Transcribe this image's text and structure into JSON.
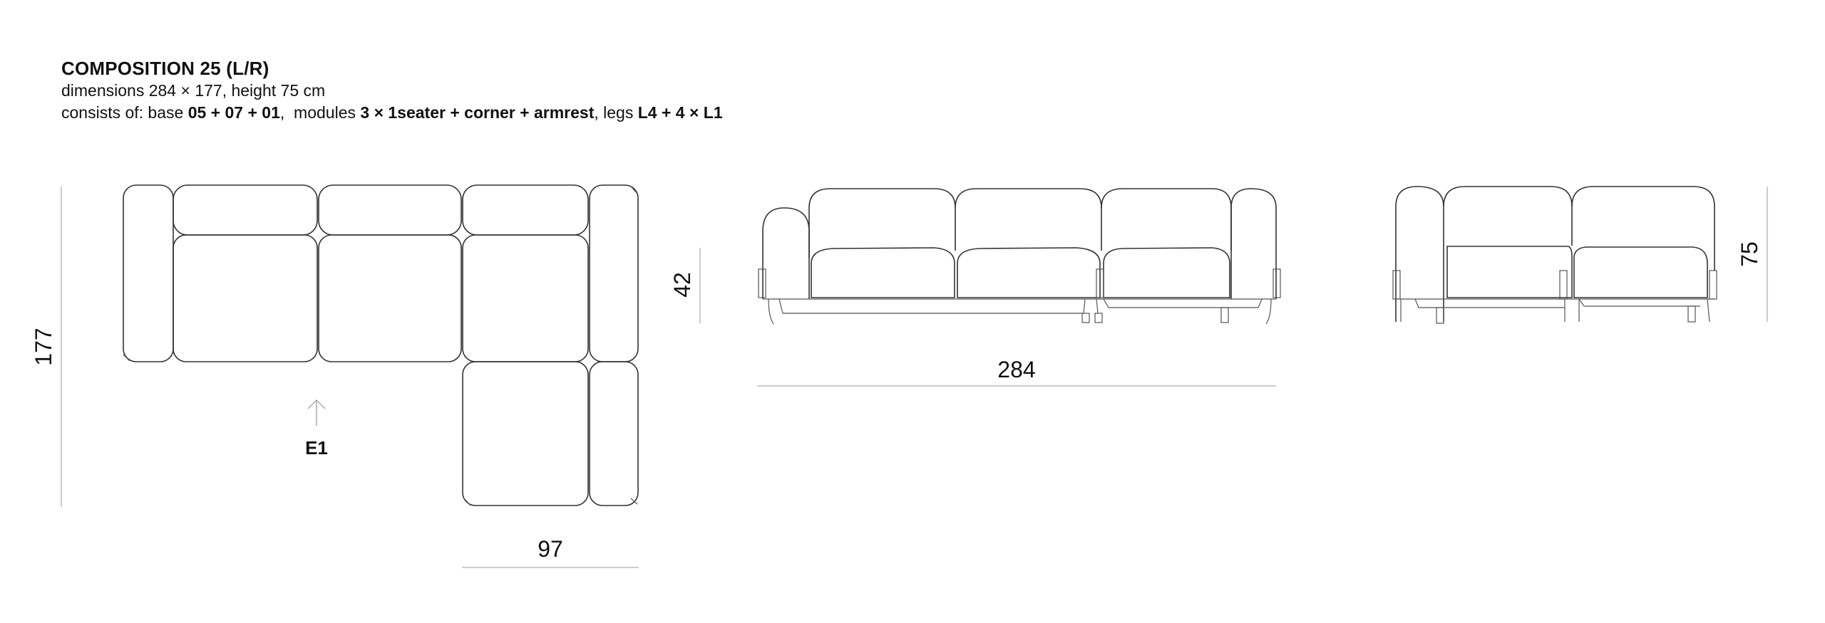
{
  "header": {
    "title": "COMPOSITION 25 (L/R)",
    "dimensions_line": "dimensions 284 × 177, height 75 cm",
    "consists_prefix": "consists of: base ",
    "base": "05 + 07 + 01",
    "modules_prefix": ",  modules ",
    "modules": "3 × 1seater + corner + armrest",
    "legs_prefix": ", legs ",
    "legs": "L4 + 4 × L1"
  },
  "plan_view": {
    "depth_label": "177",
    "arm_depth_label": "97",
    "entry_label": "E1"
  },
  "front_view": {
    "seat_height_label": "42",
    "width_label": "284"
  },
  "side_view": {
    "height_label": "75"
  },
  "colors": {
    "line": "#333333",
    "dimension": "#bbbbbb",
    "text": "#111111"
  }
}
